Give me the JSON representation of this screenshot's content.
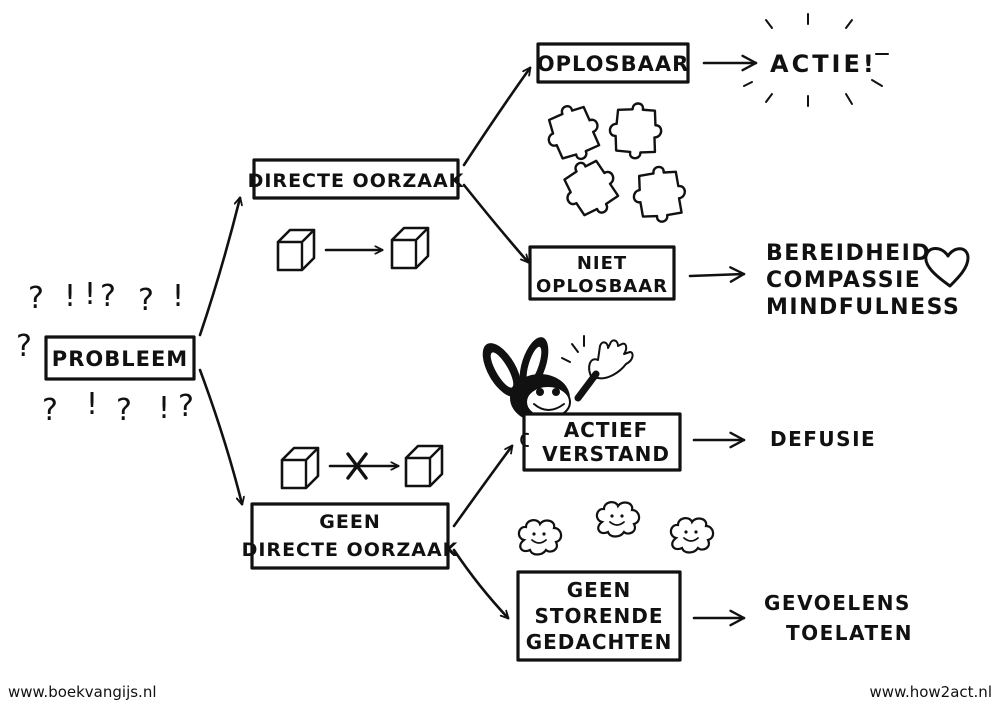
{
  "nodes": {
    "probleem": "PROBLEEM",
    "directe_oorzaak": "DIRECTE OORZAAK",
    "geen_directe_oorzaak": [
      "GEEN",
      "DIRECTE OORZAAK"
    ],
    "oplosbaar": "OPLOSBAAR",
    "niet_oplosbaar": [
      "NIET",
      "OPLOSBAAR"
    ],
    "actief_verstand": [
      "ACTIEF",
      "VERSTAND"
    ],
    "geen_storende_gedachten": [
      "GEEN",
      "STORENDE",
      "GEDACHTEN"
    ]
  },
  "outcomes": {
    "actie": "ACTIE!",
    "bereidheid": [
      "BEREIDHEID",
      "COMPASSIE",
      "MINDFULNESS"
    ],
    "defusie": "DEFUSIE",
    "gevoelens": [
      "GEVOELENS",
      "TOELATEN"
    ]
  },
  "question_marks": [
    "?",
    "!",
    "!",
    "?",
    "?",
    "!",
    "?",
    "?",
    "!",
    "?",
    "!",
    "?"
  ],
  "footer": {
    "left": "www.boekvangijs.nl",
    "right": "www.how2act.nl"
  },
  "icons": [
    "cube-icon",
    "puzzle-piece-icon",
    "heart-icon",
    "rabbit-character-icon",
    "smiling-cloud-icon",
    "cross-icon",
    "sun-rays-icon"
  ]
}
